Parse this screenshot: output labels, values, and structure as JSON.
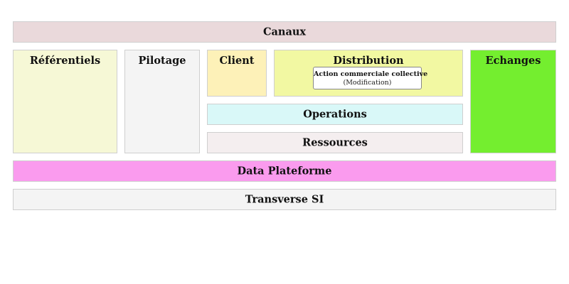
{
  "colors": {
    "canaux": "#ead9db",
    "referentiels": "#f6f8d6",
    "pilotage": "#f4f4f4",
    "client": "#fdf1b8",
    "distribution": "#f2f8a2",
    "operations": "#d9f8f8",
    "ressources": "#f4eeef",
    "echanges": "#74ee2f",
    "data_plateforme": "#fa9bee",
    "transverse_si": "#f4f4f4"
  },
  "blocks": {
    "canaux": "Canaux",
    "referentiels": "Référentiels",
    "pilotage": "Pilotage",
    "client": "Client",
    "distribution": "Distribution",
    "echanges": "Echanges",
    "operations": "Operations",
    "ressources": "Ressources",
    "data_plateforme": "Data Plateforme",
    "transverse_si": "Transverse SI"
  },
  "distribution_items": [
    {
      "title": "Action commerciale collective",
      "status": "(Modification)"
    }
  ]
}
